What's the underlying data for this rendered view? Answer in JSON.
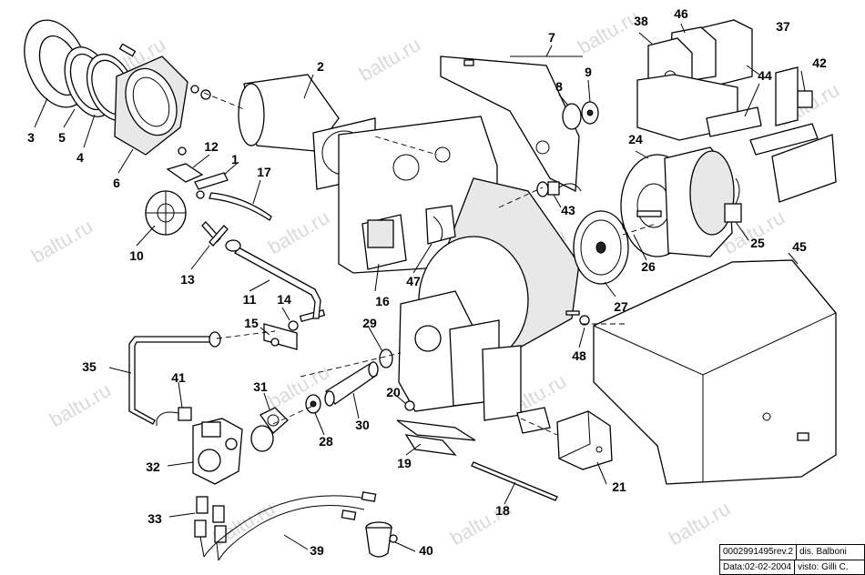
{
  "watermark": "baltu.ru",
  "labels": [
    "1",
    "2",
    "3",
    "4",
    "5",
    "6",
    "7",
    "8",
    "9",
    "10",
    "11",
    "12",
    "13",
    "14",
    "15",
    "16",
    "17",
    "18",
    "19",
    "20",
    "21",
    "24",
    "25",
    "26",
    "27",
    "28",
    "29",
    "30",
    "31",
    "32",
    "33",
    "35",
    "37",
    "38",
    "39",
    "40",
    "41",
    "42",
    "43",
    "44",
    "45",
    "46",
    "47",
    "48"
  ],
  "title_block": {
    "drawing_number": "0002991495rev.2",
    "drawn_by": "dis. Balboni",
    "date": "Data:02-02-2004",
    "checked_by": "visto: Gilli C."
  }
}
